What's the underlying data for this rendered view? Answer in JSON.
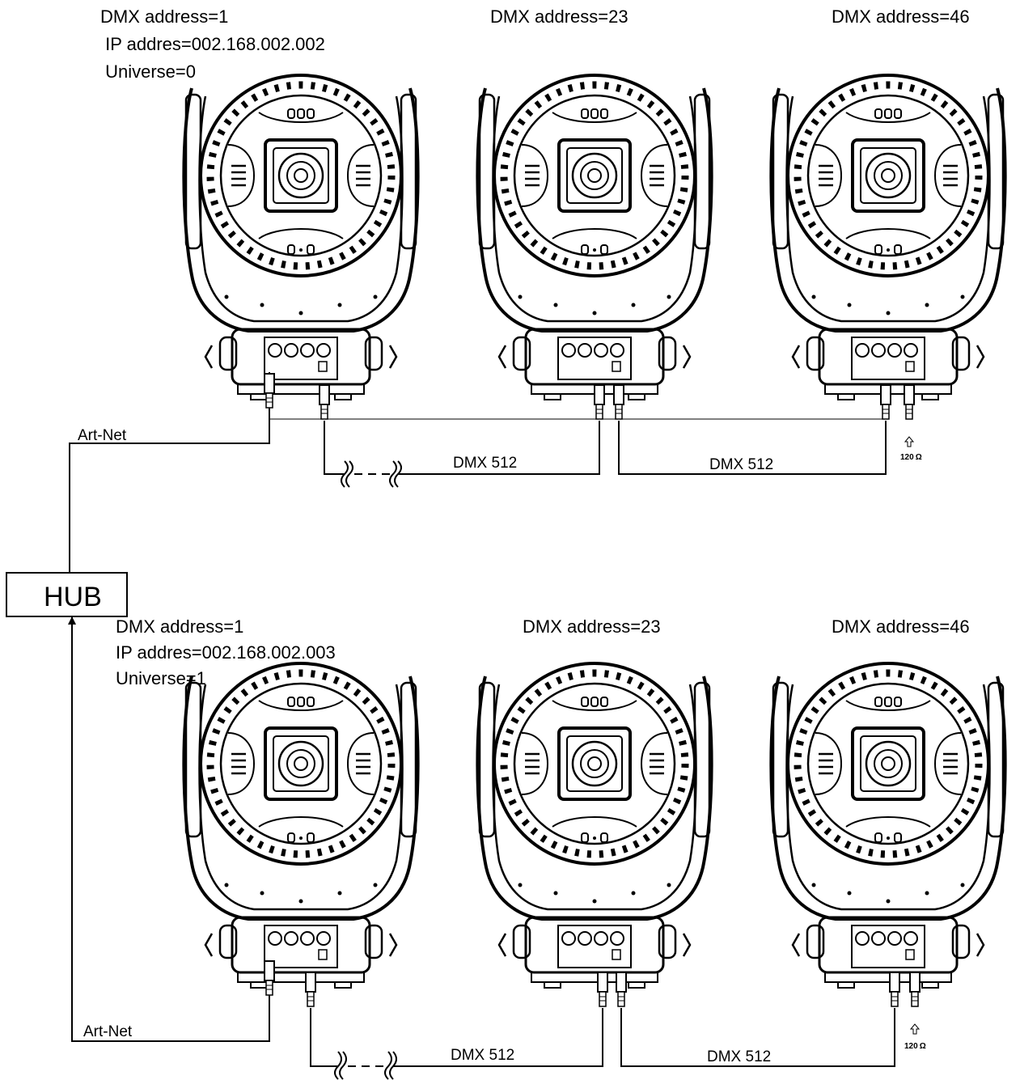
{
  "hub": {
    "label": "HUB"
  },
  "rows": [
    {
      "artnet_label": "Art-Net",
      "fixtures": [
        {
          "lines": [
            "DMX address=1",
            " IP addres=002.168.002.002",
            " Universe=0"
          ]
        },
        {
          "lines": [
            "DMX address=23"
          ]
        },
        {
          "lines": [
            "DMX address=46"
          ]
        }
      ],
      "dmx_labels": [
        "DMX 512",
        "DMX 512"
      ],
      "terminator": {
        "value": "120",
        "unit": "Ω"
      }
    },
    {
      "artnet_label": "Art-Net",
      "fixtures": [
        {
          "lines": [
            "DMX address=1",
            "IP addres=002.168.002.003",
            "Universe=1"
          ]
        },
        {
          "lines": [
            "DMX address=23"
          ]
        },
        {
          "lines": [
            "DMX address=46"
          ]
        }
      ],
      "dmx_labels": [
        "DMX 512",
        "DMX 512"
      ],
      "terminator": {
        "value": "120",
        "unit": "Ω"
      }
    }
  ],
  "icons": {
    "fixture": "moving-head-wash-icon",
    "terminator_arrow": "up-arrow-icon",
    "cable_break": "cable-break-icon"
  },
  "colors": {
    "line": "#000000",
    "background": "#ffffff"
  }
}
